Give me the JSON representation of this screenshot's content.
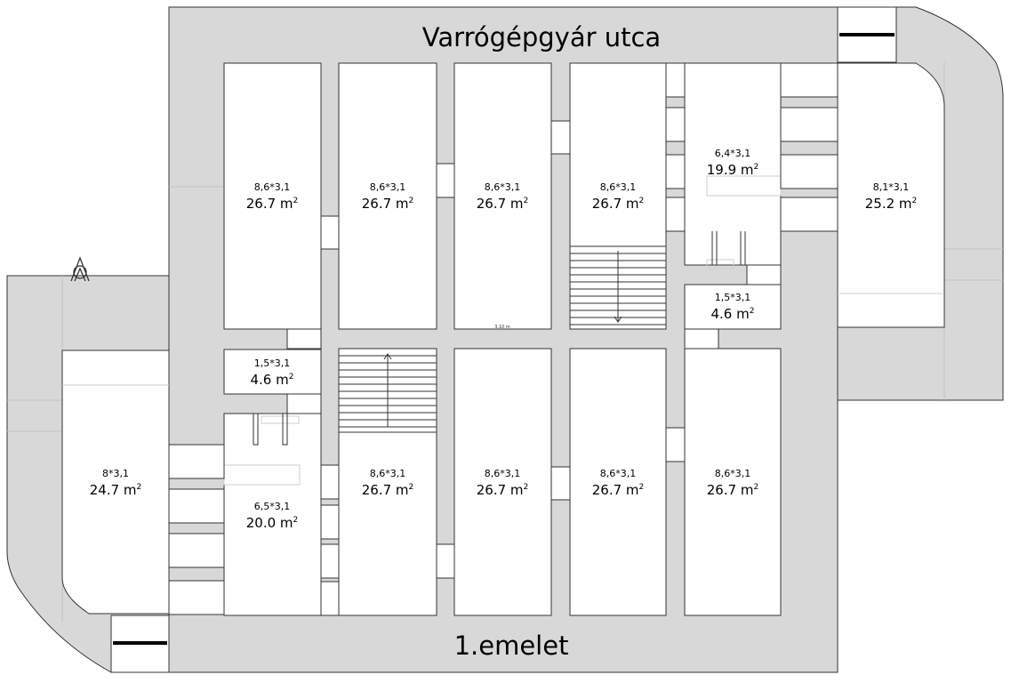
{
  "street_label": "Varrógépgyár utca",
  "floor_label": "1.emelet",
  "dimension_note": "3.10 m",
  "area_unit_sup": "2",
  "rooms": [
    {
      "id": "r1",
      "size": "8,6*3,1",
      "area": "26.7 m"
    },
    {
      "id": "r2",
      "size": "8,6*3,1",
      "area": "26.7 m"
    },
    {
      "id": "r3",
      "size": "8,6*3,1",
      "area": "26.7 m"
    },
    {
      "id": "r4",
      "size": "8,6*3,1",
      "area": "26.7 m"
    },
    {
      "id": "r5",
      "size": "6,4*3,1",
      "area": "19.9 m"
    },
    {
      "id": "r6",
      "size": "8,1*3,1",
      "area": "25.2 m"
    },
    {
      "id": "r7",
      "size": "1,5*3,1",
      "area": "4.6 m"
    },
    {
      "id": "r8",
      "size": "1,5*3,1",
      "area": "4.6 m"
    },
    {
      "id": "r9",
      "size": "8*3,1",
      "area": "24.7 m"
    },
    {
      "id": "r10",
      "size": "6,5*3,1",
      "area": "20.0 m"
    },
    {
      "id": "r11",
      "size": "8,6*3,1",
      "area": "26.7 m"
    },
    {
      "id": "r12",
      "size": "8,6*3,1",
      "area": "26.7 m"
    },
    {
      "id": "r13",
      "size": "8,6*3,1",
      "area": "26.7 m"
    },
    {
      "id": "r14",
      "size": "8,6*3,1",
      "area": "26.7 m"
    }
  ],
  "colors": {
    "corridor": "#d8d8d8",
    "room": "#ffffff",
    "wall": "#222222"
  }
}
